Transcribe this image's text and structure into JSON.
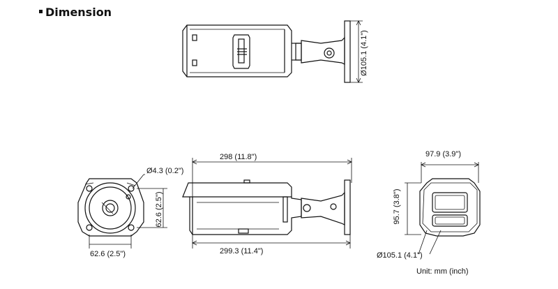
{
  "page": {
    "title": "Dimension",
    "unit_note": "Unit: mm (inch)"
  },
  "views": {
    "top": {
      "diameter_label": "Ø105.1 (4.1\")"
    },
    "front": {
      "hole_label": "Ø4.3 (0.2\")",
      "height_label": "62.6 (2.5\")",
      "width_label": "62.6 (2.5\")"
    },
    "side": {
      "length_top_label": "298 (11.8\")",
      "length_bottom_label": "299.3 (11.4\")"
    },
    "rear": {
      "width_label": "97.9 (3.9\")",
      "height_label": "95.7 (3.8\")",
      "diameter_label": "Ø105.1 (4.1\")"
    }
  }
}
